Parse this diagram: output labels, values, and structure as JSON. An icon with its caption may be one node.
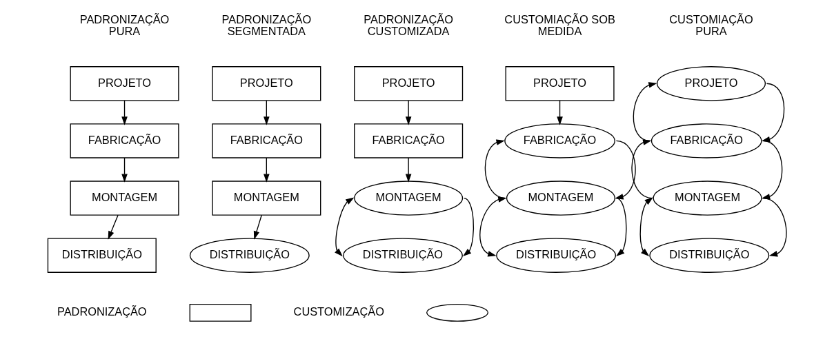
{
  "diagram": {
    "nodes": [
      {
        "text": [
          "PROJETO"
        ]
      },
      {
        "text": [
          "FABRICAÇÃO"
        ]
      },
      {
        "text": [
          "MONTAGEM"
        ]
      },
      {
        "text": [
          "DISTRIBUIÇÃO"
        ]
      },
      {
        "text": [
          "PROJETO"
        ]
      },
      {
        "text": [
          "FABRICAÇÃO"
        ]
      },
      {
        "text": [
          "MONTAGEM"
        ]
      },
      {
        "text": [
          "DISTRIBUIÇÃO"
        ]
      },
      {
        "text": [
          "PROJETO"
        ]
      },
      {
        "text": [
          "FABRICAÇÃO"
        ]
      },
      {
        "text": [
          "MONTAGEM"
        ]
      },
      {
        "text": [
          "DISTRIBUIÇÃO"
        ]
      },
      {
        "text": [
          "PROJETO"
        ]
      },
      {
        "text": [
          "FABRICAÇÃO"
        ]
      },
      {
        "text": [
          "MONTAGEM"
        ]
      },
      {
        "text": [
          "DISTRIBUIÇÃO"
        ]
      },
      {
        "text": [
          "PROJETO"
        ]
      },
      {
        "text": [
          "FABRICAÇÃO"
        ]
      },
      {
        "text": [
          "MONTAGEM"
        ]
      },
      {
        "text": [
          "DISTRIBUIÇÃO"
        ]
      },
      {
        "text": [],
        "shape": "box"
      },
      {
        "text": [],
        "shape": "ellipse"
      }
    ],
    "edges": [
      {
        "from": 0,
        "to": 1,
        "arrow": "to"
      },
      {
        "from": 1,
        "to": 2,
        "arrow": "to"
      },
      {
        "from": 2,
        "to": 3,
        "arrow": "to"
      },
      {
        "from": 4,
        "to": 5,
        "arrow": "to"
      },
      {
        "from": 5,
        "to": 6,
        "arrow": "to"
      },
      {
        "from": 6,
        "to": 7,
        "arrow": "to"
      },
      {
        "from": 8,
        "to": 9,
        "arrow": "to"
      },
      {
        "from": 9,
        "to": 10,
        "arrow": "to"
      },
      {
        "from": 10,
        "to": 11,
        "arrow": "to"
      },
      {
        "from": 11,
        "to": 10,
        "arrow": "both"
      },
      {
        "from": 12,
        "to": 13,
        "arrow": "to"
      },
      {
        "from": 13,
        "to": 14,
        "arrow": "to"
      },
      {
        "from": 14,
        "to": 15,
        "arrow": "to"
      },
      {
        "from": 15,
        "to": 14,
        "arrow": "both"
      },
      {
        "from": 14,
        "to": 13,
        "arrow": "to"
      },
      {
        "from": 16,
        "to": 17,
        "arrow": "to"
      },
      {
        "from": 17,
        "to": 18,
        "arrow": "to"
      },
      {
        "from": 18,
        "to": 19,
        "arrow": "to"
      },
      {
        "from": 19,
        "to": 18,
        "arrow": "both"
      },
      {
        "from": 18,
        "to": 17,
        "arrow": "to"
      },
      {
        "from": 17,
        "to": 16,
        "arrow": "to"
      }
    ],
    "labels": [
      "PADRONIZAÇÃO PURA",
      "PADRONIZAÇÃO SEGMENTADA",
      "PADRONIZAÇÃO CUSTOMIZADA",
      "CUSTOMIAÇÃO SOB MEDIDA",
      "CUSTOMIAÇÃO PURA"
    ],
    "legend": [
      {
        "text": "PADRONIZAÇÃO"
      },
      {
        "text": "CUSTOMIZAÇÃO"
      }
    ]
  }
}
